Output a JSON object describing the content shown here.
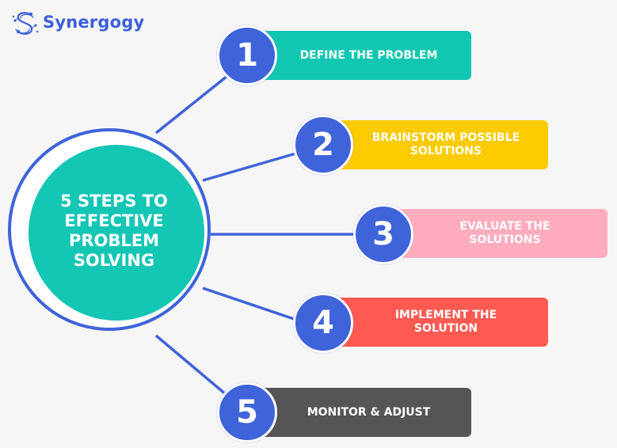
{
  "brand": {
    "name": "Synergogy"
  },
  "hub": {
    "title": "5 STEPS TO EFFECTIVE PROBLEM SOLVING"
  },
  "steps": [
    {
      "number": "1",
      "label": "DEFINE THE PROBLEM",
      "color": "#12c7b2"
    },
    {
      "number": "2",
      "label": "BRAINSTORM POSSIBLE SOLUTIONS",
      "color": "#fccb00"
    },
    {
      "number": "3",
      "label": "EVALUATE THE SOLUTIONS",
      "color": "#ffadbe"
    },
    {
      "number": "4",
      "label": "IMPLEMENT THE SOLUTION",
      "color": "#ff5a52"
    },
    {
      "number": "5",
      "label": "MONITOR & ADJUST",
      "color": "#555555"
    }
  ],
  "colors": {
    "accent": "#3f63d9",
    "hub_fill": "#14c6b4",
    "background": "#f6f6f6"
  }
}
